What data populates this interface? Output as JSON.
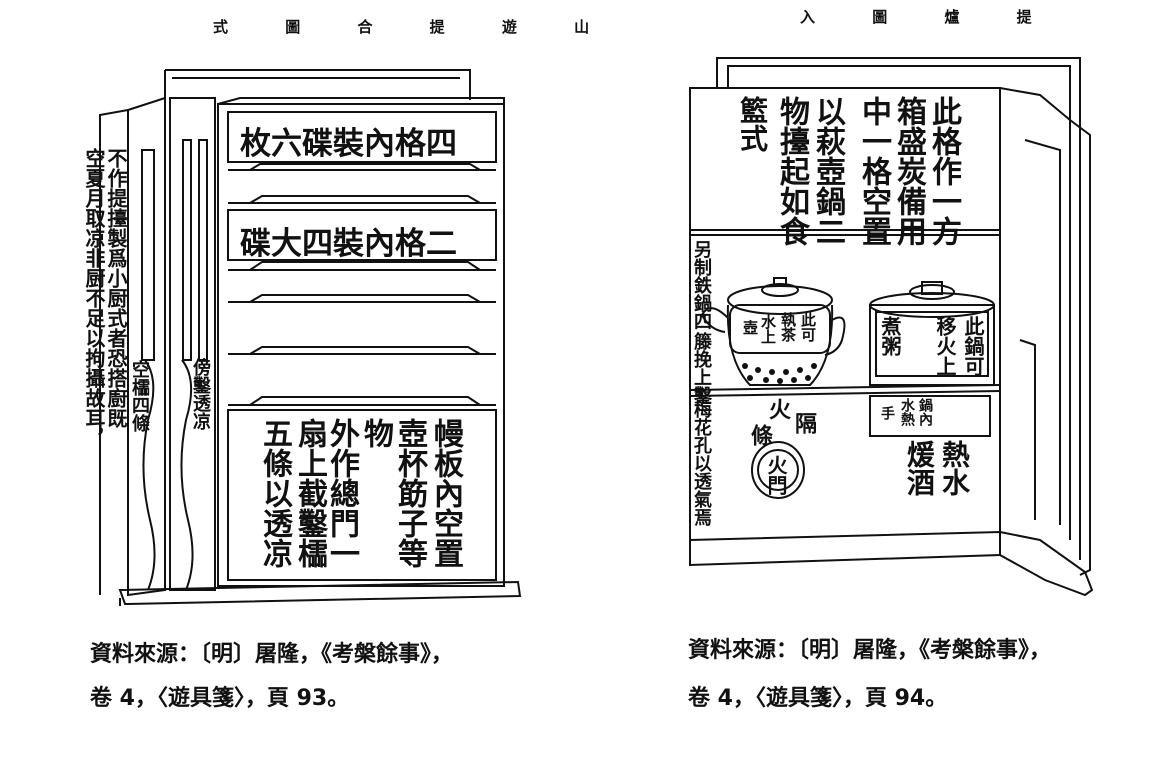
{
  "left": {
    "title": "式 圖 合 提 遊 山",
    "side_text": [
      "不作提擡製爲小厨式者恐搭廚既",
      "空夏月取凉非厨不足以拘攝故耳，"
    ],
    "shelf1": "四格內裝碟六枚",
    "shelf2": "二格內裝四大碟",
    "post_left": "空櫺四條",
    "post_right": "傍鑿透凉",
    "bottom_cols": [
      "幔板內空置",
      "壺杯筯子等",
      "物",
      "外作總門一",
      "扇上截鑿櫺",
      "五條以透凉"
    ],
    "caption_line1": "資料來源：〔明〕屠隆，《考槃餘事》，",
    "caption_line2": "卷 4，〈遊具箋〉，頁 93。"
  },
  "right": {
    "title": "入 圖 爐 提",
    "top_cols": [
      "此格作一方",
      "箱盛炭備用",
      "中一格空置",
      "以萩壺鍋二",
      "物擡起如食",
      "籃式"
    ],
    "side_text": [
      "另制鉄鍋四",
      "籐挽上鑿",
      "梅花孔以透氣焉"
    ],
    "teapot_cols": [
      "此可",
      "執茶",
      "水上",
      "壺"
    ],
    "pot_cols": [
      "此鍋可",
      "移火上",
      "煮粥"
    ],
    "lower_cols": [
      "鍋內",
      "水熱",
      "手"
    ],
    "hot_water": [
      "熱水",
      "煖酒"
    ],
    "fire_door": "火門",
    "fire_strip": [
      "隔",
      "火",
      "條"
    ],
    "caption_line1": "資料來源：〔明〕屠隆，《考槃餘事》，",
    "caption_line2": "卷 4，〈遊具箋〉，頁 94。"
  }
}
